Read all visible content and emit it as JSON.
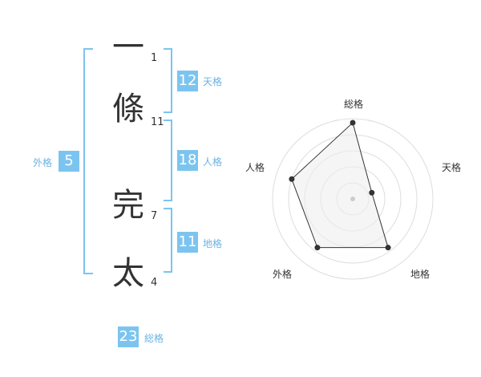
{
  "name": {
    "chars": [
      {
        "char": "一",
        "strokes": "1"
      },
      {
        "char": "條",
        "strokes": "11"
      },
      {
        "char": "完",
        "strokes": "7"
      },
      {
        "char": "太",
        "strokes": "4"
      }
    ]
  },
  "kaku": {
    "tenkaku": {
      "value": "12",
      "label": "天格"
    },
    "jinkaku": {
      "value": "18",
      "label": "人格"
    },
    "chikaku": {
      "value": "11",
      "label": "地格"
    },
    "gaikaku": {
      "value": "5",
      "label": "外格"
    },
    "soukaku": {
      "value": "23",
      "label": "総格"
    }
  },
  "colors": {
    "accent": "#7cc4f0",
    "accent_text": "#6ab3e2",
    "text": "#333333",
    "radar_fill": "#eeeeee",
    "radar_ring": "#dddddd"
  },
  "chart_data": {
    "type": "radar",
    "axes": [
      "総格",
      "天格",
      "地格",
      "外格",
      "人格"
    ],
    "values": [
      0.95,
      0.25,
      0.75,
      0.75,
      0.8
    ],
    "rings": 5
  }
}
